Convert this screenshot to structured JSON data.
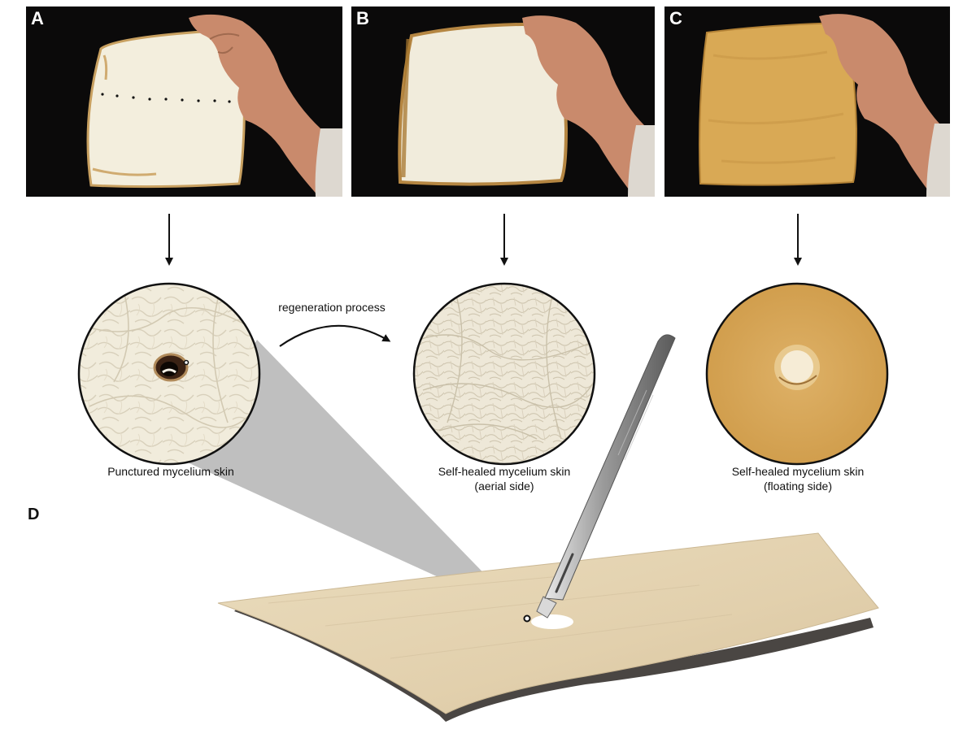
{
  "panels": {
    "a": {
      "letter": "A"
    },
    "b": {
      "letter": "B"
    },
    "c": {
      "letter": "C"
    },
    "d": {
      "letter": "D"
    }
  },
  "annotations": {
    "regeneration": "regeneration process"
  },
  "captions": {
    "a": {
      "line1": "Punctured mycelium skin",
      "line2": ""
    },
    "b": {
      "line1": "Self-healed mycelium skin",
      "line2": "(aerial side)"
    },
    "c": {
      "line1": "Self-healed mycelium skin",
      "line2": "(floating side)"
    }
  },
  "colors": {
    "photo_background": "#0b0a0a",
    "mycelium_white": "#f1ecdc",
    "mycelium_tan": "#d9a955",
    "sheet_beige": "#e6d6b5",
    "skin_tone": "#c98a6c",
    "projection_gray": "#8a8a8a"
  }
}
